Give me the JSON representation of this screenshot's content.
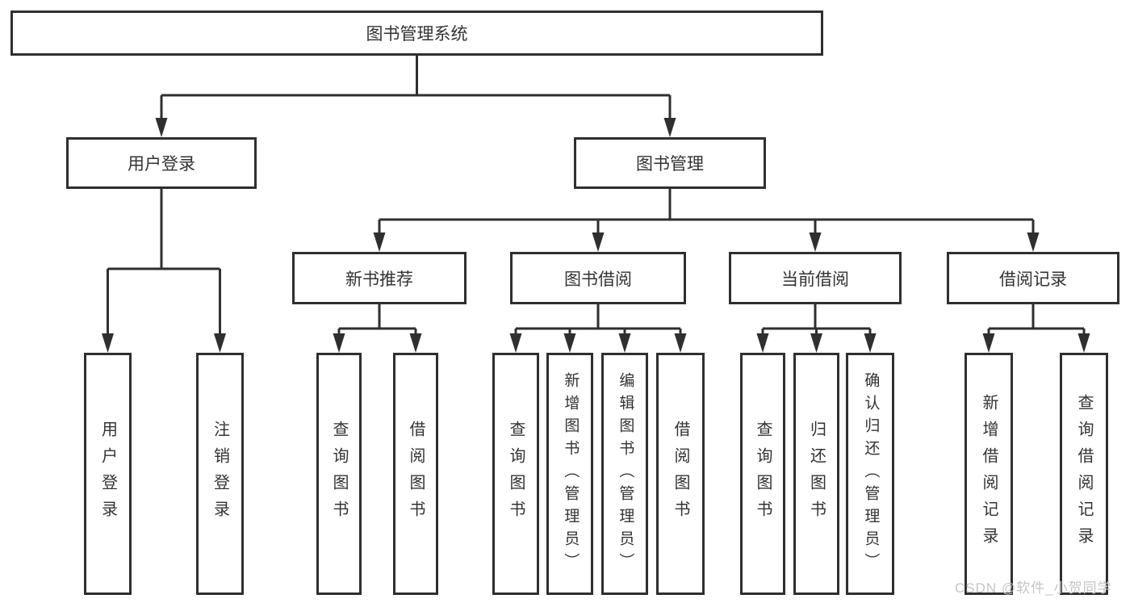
{
  "colors": {
    "background": "#ffffff",
    "line": "#2f2f2f",
    "box_border": "#2f2f2f",
    "text": "#333333",
    "watermark": "#c5c5c5"
  },
  "diagram": {
    "root": {
      "label": "图书管理系统"
    },
    "branches": [
      {
        "label": "用户登录",
        "children": [
          {
            "label": "用户登录"
          },
          {
            "label": "注销登录"
          }
        ]
      },
      {
        "label": "图书管理",
        "children": [
          {
            "label": "新书推荐",
            "children": [
              {
                "label": "查询图书"
              },
              {
                "label": "借阅图书"
              }
            ]
          },
          {
            "label": "图书借阅",
            "children": [
              {
                "label": "查询图书"
              },
              {
                "label": "新增图书（管理员）"
              },
              {
                "label": "编辑图书（管理员）"
              },
              {
                "label": "借阅图书"
              }
            ]
          },
          {
            "label": "当前借阅",
            "children": [
              {
                "label": "查询图书"
              },
              {
                "label": "归还图书"
              },
              {
                "label": "确认归还（管理员）"
              }
            ]
          },
          {
            "label": "借阅记录",
            "children": [
              {
                "label": "新增借阅记录"
              },
              {
                "label": "查询借阅记录"
              }
            ]
          }
        ]
      }
    ]
  },
  "watermark": {
    "text": "CSDN @软件_小贺同学"
  }
}
